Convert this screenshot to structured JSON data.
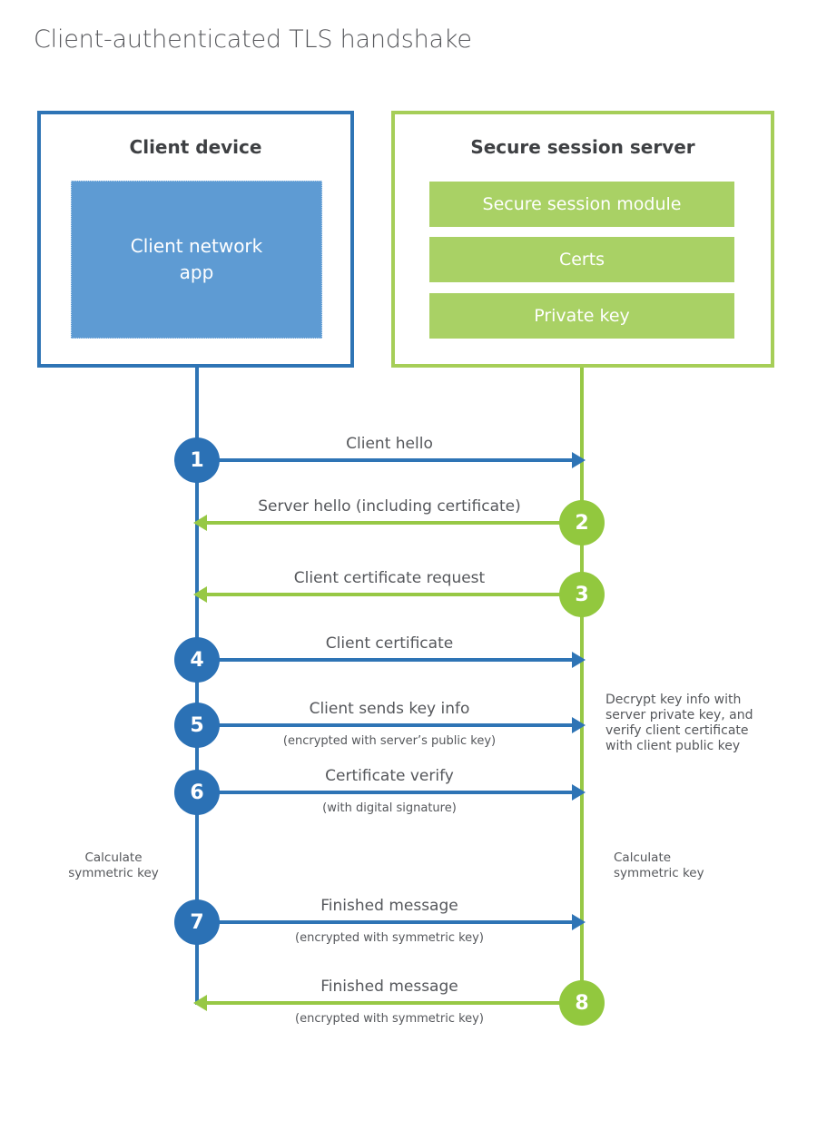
{
  "title": "Client-authenticated TLS handshake",
  "client_box": {
    "title": "Client device",
    "app_lines": [
      "Client network",
      "app"
    ]
  },
  "server_box": {
    "title": "Secure session server",
    "modules": [
      "Secure session module",
      "Certs",
      "Private key"
    ]
  },
  "steps": [
    {
      "num": "1",
      "from": "client",
      "label": "Client hello",
      "sub": ""
    },
    {
      "num": "2",
      "from": "server",
      "label": "Server hello (including certificate)",
      "sub": ""
    },
    {
      "num": "3",
      "from": "server",
      "label": "Client certificate request",
      "sub": ""
    },
    {
      "num": "4",
      "from": "client",
      "label": "Client certificate",
      "sub": ""
    },
    {
      "num": "5",
      "from": "client",
      "label": "Client sends key info",
      "sub": "(encrypted with server’s public key)"
    },
    {
      "num": "6",
      "from": "client",
      "label": "Certificate verify",
      "sub": "(with digital signature)"
    },
    {
      "num": "7",
      "from": "client",
      "label": "Finished message",
      "sub": "(encrypted with symmetric key)"
    },
    {
      "num": "8",
      "from": "server",
      "label": "Finished message",
      "sub": "(encrypted with symmetric key)"
    }
  ],
  "annotations": {
    "decrypt_note_lines": [
      "Decrypt key info with",
      "server private key, and",
      "verify client certificate",
      "with client public key"
    ],
    "calc_left_lines": [
      "Calculate",
      "symmetric key"
    ],
    "calc_right_lines": [
      "Calculate",
      "symmetric key"
    ]
  },
  "colors": {
    "blue": "#2e74b5",
    "blue_fill": "#5e9bd3",
    "green": "#97c845",
    "green_circle": "#92c83e",
    "green_fill": "#a9d165",
    "green_border": "#a6ce58",
    "text_dark": "#3e4043",
    "text_gray": "#55575b"
  }
}
